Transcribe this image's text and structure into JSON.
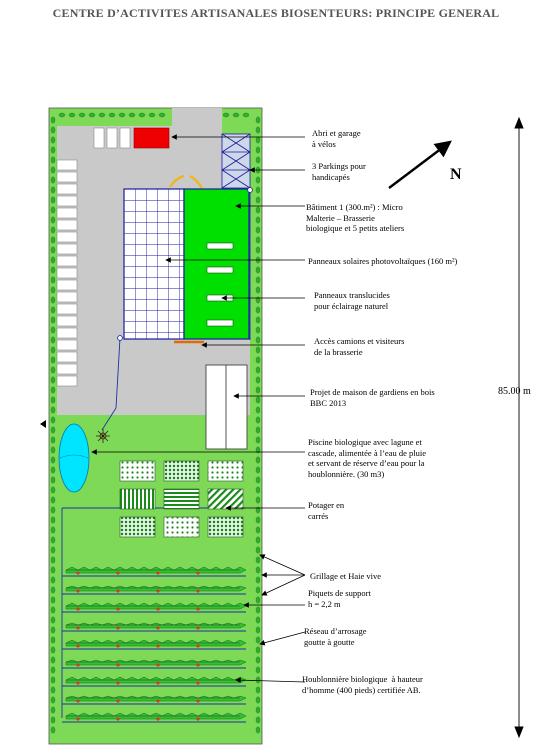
{
  "title": "CENTRE D’ACTIVITES ARTISANALES BIOSENTEURS: PRINCIPE GENERAL",
  "compass": {
    "label": "N"
  },
  "dimension": {
    "label": "85.00 m"
  },
  "labels": {
    "abri": "Abri et garage\nà vélos",
    "parkings": "3 Parkings pour\nhandicapés",
    "batiment": "Bâtiment 1 (300.m²) : Micro\nMalterie – Brasserie\nbiologique et 5 petits ateliers",
    "solaires": "Panneaux solaires photovoltaïques (160 m²)",
    "translucides": "Panneaux translucides\npour éclairage naturel",
    "acces": "Accès camions et visiteurs\nde la brasserie",
    "maison": "Projet de maison de gardiens en bois\nBBC 2013",
    "piscine": "Piscine biologique avec lagune et\ncascade, alimentée à l’eau de pluie\net servant de réserve d’eau pour la\nhoublonnière. (30 m3)",
    "potager": "Potager en\ncarrés",
    "grillage": "Grillage et Haie vive",
    "piquets": "Piquets de support\nh = 2,2 m",
    "reseau": "Réseau d’arrosage\ngoutte à goutte",
    "houblonniere": "Houblonnière biologique  à hauteur\nd’homme (400 pieds) certifiée AB."
  },
  "colors": {
    "lawn": "#7ed957",
    "parking": "#c9c9c9",
    "building": "#00e000",
    "solar_grid": "#1a1aa0",
    "garage": "#ee0000",
    "pool": "#00e5ff",
    "hop_leaf": "#2aa82a",
    "irrigation": "#1f2fa8"
  }
}
